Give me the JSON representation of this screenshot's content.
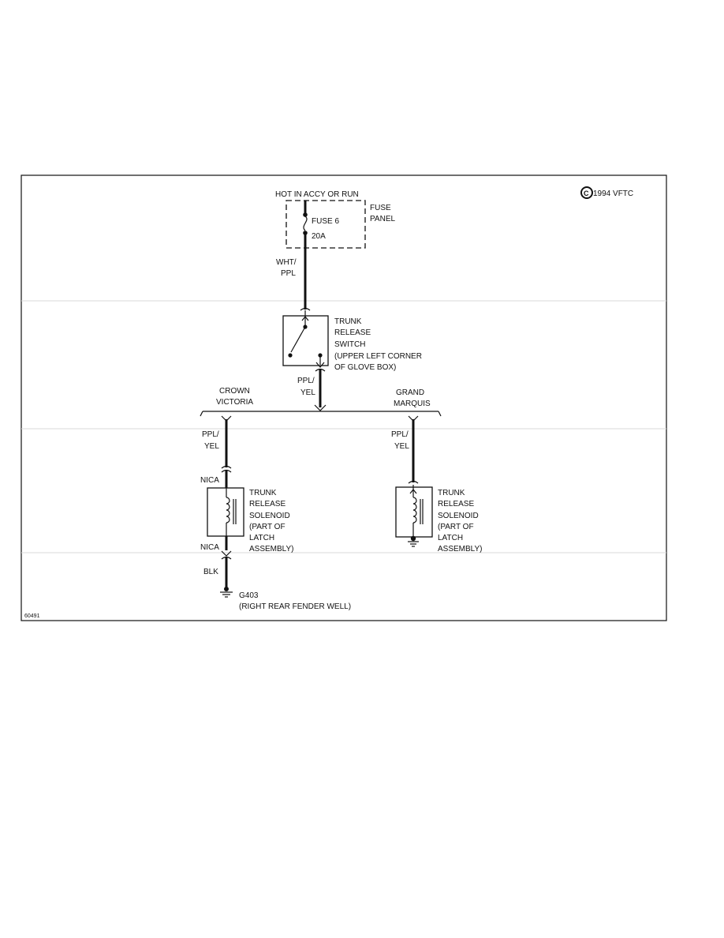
{
  "copyright": "1994 VFTC",
  "figure_id": "60491",
  "power_source": "HOT IN ACCY OR RUN",
  "fuse_panel": {
    "line1": "FUSE",
    "line2": "PANEL",
    "fuse": "FUSE 6",
    "rating": "20A"
  },
  "wire_main": {
    "line1": "WHT/",
    "line2": "PPL"
  },
  "switch": {
    "line1": "TRUNK",
    "line2": "RELEASE",
    "line3": "SWITCH",
    "line4": "(UPPER LEFT CORNER",
    "line5": "OF GLOVE BOX)"
  },
  "wire_switch_out": {
    "line1": "PPL/",
    "line2": "YEL"
  },
  "branch_left": {
    "line1": "CROWN",
    "line2": "VICTORIA",
    "wire_line1": "PPL/",
    "wire_line2": "YEL",
    "connector_top": "NICA",
    "connector_bottom": "NICA",
    "ground_wire": "BLK",
    "ground_id": "G403",
    "ground_location": "(RIGHT REAR FENDER WELL)"
  },
  "branch_right": {
    "line1": "GRAND",
    "line2": "MARQUIS",
    "wire_line1": "PPL/",
    "wire_line2": "YEL"
  },
  "solenoid": {
    "line1": "TRUNK",
    "line2": "RELEASE",
    "line3": "SOLENOID",
    "line4": "(PART OF",
    "line5": "LATCH",
    "line6": "ASSEMBLY)"
  }
}
